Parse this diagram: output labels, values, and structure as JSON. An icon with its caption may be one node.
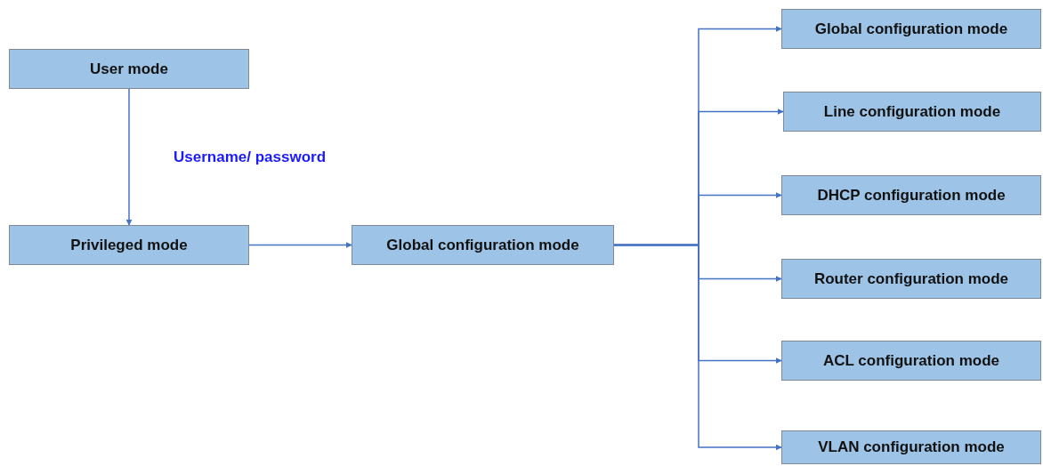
{
  "diagram": {
    "nodes": [
      {
        "text": [
          "User mode"
        ]
      },
      {
        "text": [
          "Privileged mode"
        ]
      },
      {
        "text": [
          "Global configuration mode"
        ]
      },
      {
        "text": [
          "Global configuration mode"
        ]
      },
      {
        "text": [
          "Line configuration mode"
        ]
      },
      {
        "text": [
          "DHCP configuration mode"
        ]
      },
      {
        "text": [
          "Router configuration mode"
        ]
      },
      {
        "text": [
          "ACL configuration mode"
        ]
      },
      {
        "text": [
          "VLAN configuration mode"
        ]
      }
    ],
    "edges": [
      {
        "from": 0,
        "to": 1,
        "arrow": "to",
        "label": "Username/ password"
      },
      {
        "from": 1,
        "to": 2,
        "arrow": "to"
      },
      {
        "from": 2,
        "to": 3,
        "arrow": "to"
      },
      {
        "from": 2,
        "to": 4,
        "arrow": "to"
      },
      {
        "from": 2,
        "to": 5,
        "arrow": "to"
      },
      {
        "from": 2,
        "to": 6,
        "arrow": "to"
      },
      {
        "from": 2,
        "to": 7,
        "arrow": "to"
      },
      {
        "from": 2,
        "to": 8,
        "arrow": "to"
      }
    ]
  }
}
